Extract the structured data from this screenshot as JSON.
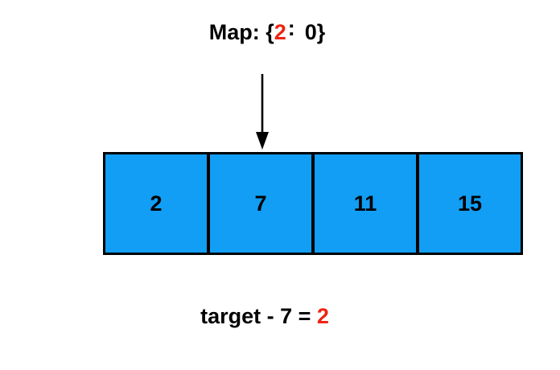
{
  "map_label": {
    "prefix": "Map: {",
    "key": "2",
    "separator": ":",
    "value": "0",
    "suffix": "}"
  },
  "array": {
    "cells": [
      {
        "value": "2"
      },
      {
        "value": "7"
      },
      {
        "value": "11"
      },
      {
        "value": "15"
      }
    ],
    "pointer_index": 1
  },
  "equation": {
    "prefix": "target - 7 = ",
    "result": "2"
  },
  "icons": {
    "pointer": "arrow-down"
  },
  "colors": {
    "background": "#FFFFFF",
    "ink": "#000000",
    "cell_fill": "#119EF4",
    "highlight_red": "#EE2413"
  }
}
